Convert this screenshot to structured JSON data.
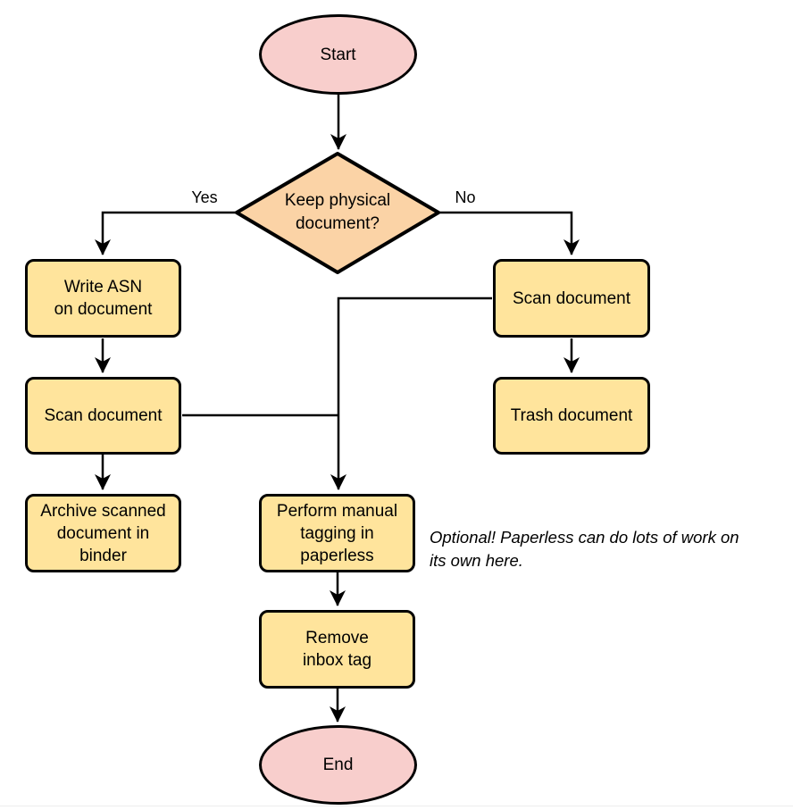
{
  "colors": {
    "canvas": "#ffffff",
    "stroke": "#000000",
    "node_pink": "#f8cecc",
    "node_orange": "#fbd3a6",
    "node_yellow": "#ffe49c",
    "note_text": "#000000"
  },
  "diagram": {
    "type": "flowchart",
    "nodes": {
      "start": {
        "label": "Start",
        "shape": "ellipse"
      },
      "decision": {
        "label": "Keep physical\ndocument?",
        "shape": "diamond"
      },
      "write_asn": {
        "label": "Write ASN\non document",
        "shape": "process"
      },
      "scan_left": {
        "label": "Scan document",
        "shape": "process"
      },
      "archive": {
        "label": "Archive scanned\ndocument in\nbinder",
        "shape": "process"
      },
      "scan_right": {
        "label": "Scan document",
        "shape": "process"
      },
      "trash": {
        "label": "Trash document",
        "shape": "process"
      },
      "tagging": {
        "label": "Perform manual\ntagging in\npaperless",
        "shape": "process"
      },
      "remove_inbox": {
        "label": "Remove\ninbox tag",
        "shape": "process"
      },
      "end": {
        "label": "End",
        "shape": "ellipse"
      }
    },
    "edge_labels": {
      "yes": "Yes",
      "no": "No"
    },
    "note": "Optional! Paperless can do lots of work on\nits own here."
  }
}
